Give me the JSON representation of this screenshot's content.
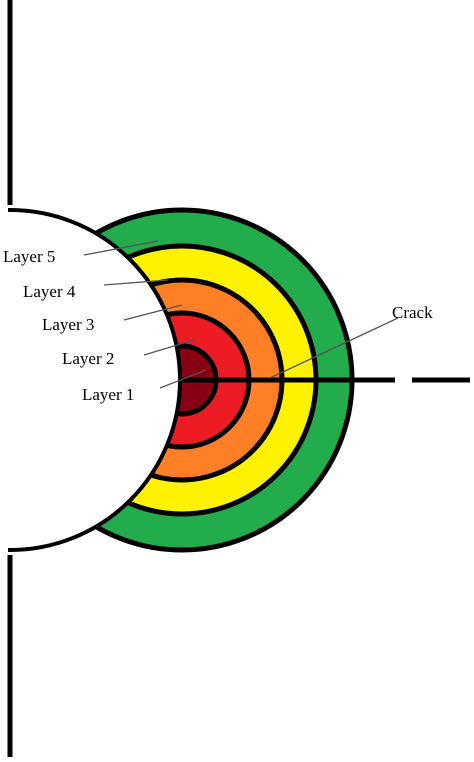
{
  "labels": {
    "layer5": "Layer 5",
    "layer4": "Layer 4",
    "layer3": "Layer 3",
    "layer2": "Layer 2",
    "layer1": "Layer 1",
    "crack": "Crack"
  },
  "colors": {
    "layer5": "#22ac4b",
    "layer4": "#fff200",
    "layer3": "#ff7f27",
    "layer2": "#ed1c24",
    "layer1": "#880015",
    "outline": "#000000",
    "background": "#ffffff"
  }
}
